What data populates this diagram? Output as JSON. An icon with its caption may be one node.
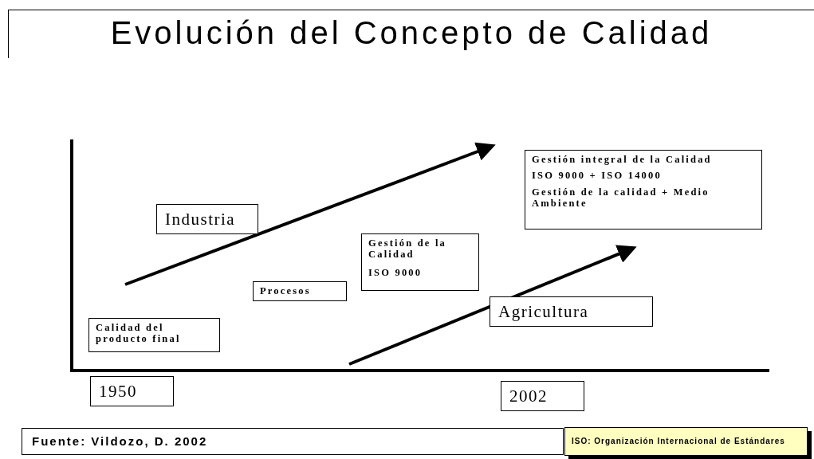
{
  "diagram": {
    "title": "Evolución del Concepto de Calidad",
    "nodes": [
      {
        "text": [
          "Industria"
        ]
      },
      {
        "text": [
          "Gestión integral de la Calidad",
          "ISO 9000 + ISO 14000",
          "Gestión de la calidad + Medio Ambiente"
        ]
      },
      {
        "text": [
          "Gestión de la Calidad",
          "ISO 9000"
        ]
      },
      {
        "text": [
          "Procesos"
        ]
      },
      {
        "text": [
          "Agricultura"
        ]
      },
      {
        "text": [
          "Calidad del producto final"
        ]
      },
      {
        "text": [
          "1950"
        ]
      },
      {
        "text": [
          "2002"
        ]
      },
      {
        "text": [
          "Fuente: Vildozo, D. 2002"
        ]
      },
      {
        "text": [
          "ISO: Organización Internacional de Estándares"
        ]
      }
    ]
  }
}
